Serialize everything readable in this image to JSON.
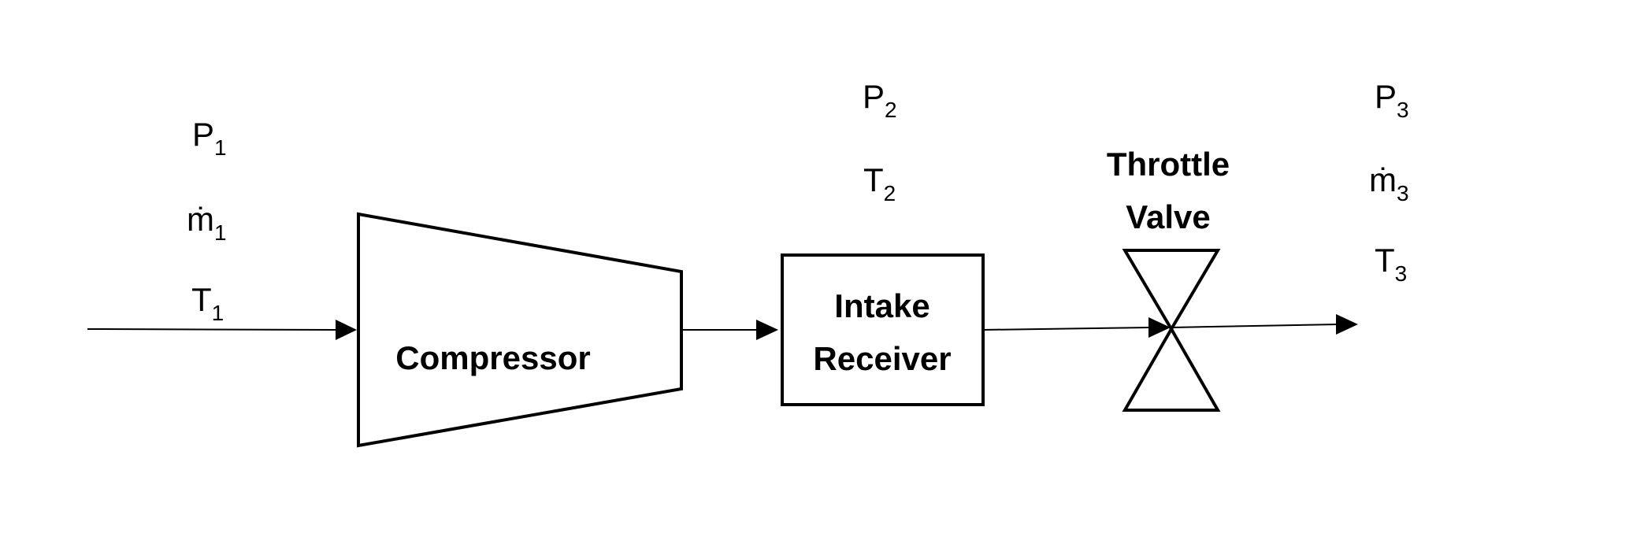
{
  "components": {
    "compressor": {
      "label": "Compressor"
    },
    "intake_receiver": {
      "line1": "Intake",
      "line2": "Receiver"
    },
    "throttle_valve": {
      "line1": "Throttle",
      "line2": "Valve"
    }
  },
  "state_labels": {
    "inlet": [
      {
        "symbol": "P",
        "sub": "1"
      },
      {
        "symbol": "ṁ",
        "sub": "1"
      },
      {
        "symbol": "T",
        "sub": "1"
      }
    ],
    "receiver": [
      {
        "symbol": "P",
        "sub": "2"
      },
      {
        "symbol": "T",
        "sub": "2"
      }
    ],
    "outlet": [
      {
        "symbol": "P",
        "sub": "3"
      },
      {
        "symbol": "ṁ",
        "sub": "3"
      },
      {
        "symbol": "T",
        "sub": "3"
      }
    ]
  },
  "colors": {
    "stroke": "#000000",
    "background": "#ffffff"
  }
}
